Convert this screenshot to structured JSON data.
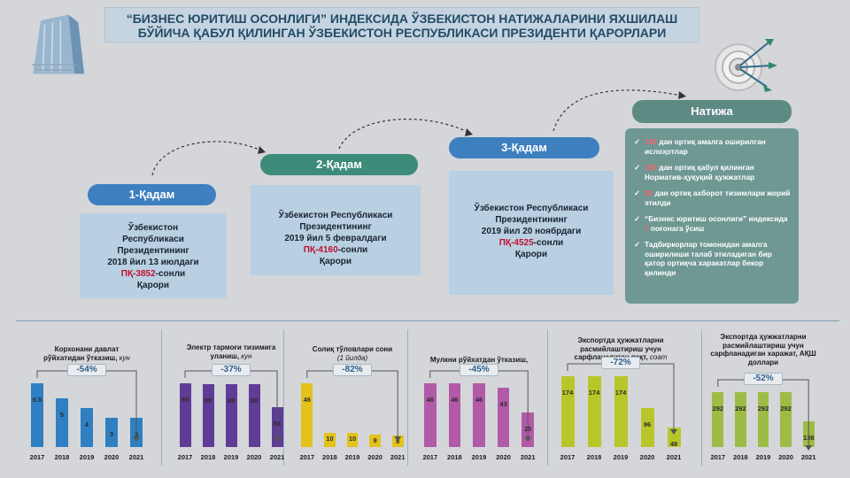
{
  "header": {
    "title_line1": "“БИЗНЕС ЮРИТИШ ОСОНЛИГИ” ИНДЕКСИДА ЎЗБЕКИСТОН НАТИЖАЛАРИНИ ЯХШИЛАШ",
    "title_line2": "БЎЙИЧА ҚАБУЛ ҚИЛИНГАН ЎЗБЕКИСТОН РЕСПУБЛИКАСИ ПРЕЗИДЕНТИ ҚАРОРЛАРИ"
  },
  "colors": {
    "step1": "#3d7fbf",
    "step2": "#3d8b79",
    "step3": "#3d7fbf",
    "result": "#5e8a84",
    "red": "#c0122f"
  },
  "steps": [
    {
      "label": "1-Қадам",
      "line1": "Ўзбекистон",
      "line2": "Республикаси",
      "line3": "Президентининг",
      "line4": "2018 йил 13 июлдаги",
      "decree": "ПҚ-3852",
      "suffix": "-сонли",
      "line6": "Қарори"
    },
    {
      "label": "2-Қадам",
      "line1": "Ўзбекистон Республикаси",
      "line2": "Президентининг",
      "line3": "2019 йил 5 февралдаги",
      "decree": "ПҚ-4160",
      "suffix": "-сонли",
      "line6": "Қарори"
    },
    {
      "label": "3-Қадам",
      "line1": "Ўзбекистон Республикаси",
      "line2": "Президентининг",
      "line3": "2019 йил 20 ноябрдаги",
      "decree": "ПҚ-4525",
      "suffix": "-сонли",
      "line6": "Қарори"
    }
  ],
  "result": {
    "label": "Натижа",
    "items": [
      {
        "hl": "130",
        "text": " дан ортиқ амалга оширилган ислоҳотлар"
      },
      {
        "hl": "150",
        "text": " дан ортиқ қабул қилинган Норматив-ҳуқуқий ҳужжатлар"
      },
      {
        "hl": "20",
        "text": " дан ортиқ ахборот тизимлари жорий этилди"
      },
      {
        "pre": "“Бизнес юритиш осонлиги” индексида ",
        "hl": "7",
        "text": " поғонага ўсиш"
      },
      {
        "text": "Тадбиркорлар томонидан амалга оширилиши талаб этиладиган бир қатор ортиқча харакатлар бекор қилинди"
      }
    ]
  },
  "charts": [
    {
      "t1": "Корхонани давлат",
      "t2": "рўйхатидан ўтказиш,",
      "unit": "кун",
      "pct": "-54%",
      "color": "#2f7fc2",
      "years": [
        "2017",
        "2018",
        "2019",
        "2020",
        "2021"
      ],
      "values": [
        "6.5",
        "5",
        "4",
        "3",
        "3"
      ]
    },
    {
      "t1": "Электр тармоғи тизимига",
      "t2": "уланиш,",
      "unit": "кун",
      "pct": "-37%",
      "color": "#5f3c96",
      "years": [
        "2017",
        "2018",
        "2019",
        "2020",
        "2021"
      ],
      "values": [
        "89",
        "88",
        "88",
        "88",
        "56"
      ]
    },
    {
      "t1": "Солиқ тўловлари сони",
      "t2": "",
      "unit": "(1 йилда)",
      "pct": "-82%",
      "color": "#e3c21b",
      "years": [
        "2017",
        "2018",
        "2019",
        "2020",
        "2021"
      ],
      "values": [
        "46",
        "10",
        "10",
        "9",
        "8"
      ]
    },
    {
      "t1": "Мулкни рўйхатдан ўтказиш,",
      "t2": "",
      "unit": "кун",
      "pct": "-45%",
      "color": "#b25aa8",
      "years": [
        "2017",
        "2018",
        "2019",
        "2020",
        "2021"
      ],
      "values": [
        "46",
        "46",
        "46",
        "43",
        "25"
      ]
    },
    {
      "t1": "Экспортда ҳужжатларни",
      "t2": "расмийлаштириш учун сарфланадиган вақт,",
      "unit": "соат",
      "pct": "-72%",
      "color": "#b9c62a",
      "years": [
        "2017",
        "2018",
        "2019",
        "2020",
        "2021"
      ],
      "values": [
        "174",
        "174",
        "174",
        "96",
        "48"
      ]
    },
    {
      "t1": "Экспортда ҳужжатларни",
      "t2": "расмийлаштириш учун сарфланадиган харажат, АҚШ доллари",
      "unit": "",
      "pct": "-52%",
      "color": "#9ebc45",
      "years": [
        "2017",
        "2018",
        "2019",
        "2020",
        "2021"
      ],
      "values": [
        "292",
        "292",
        "292",
        "292",
        "138"
      ]
    }
  ]
}
